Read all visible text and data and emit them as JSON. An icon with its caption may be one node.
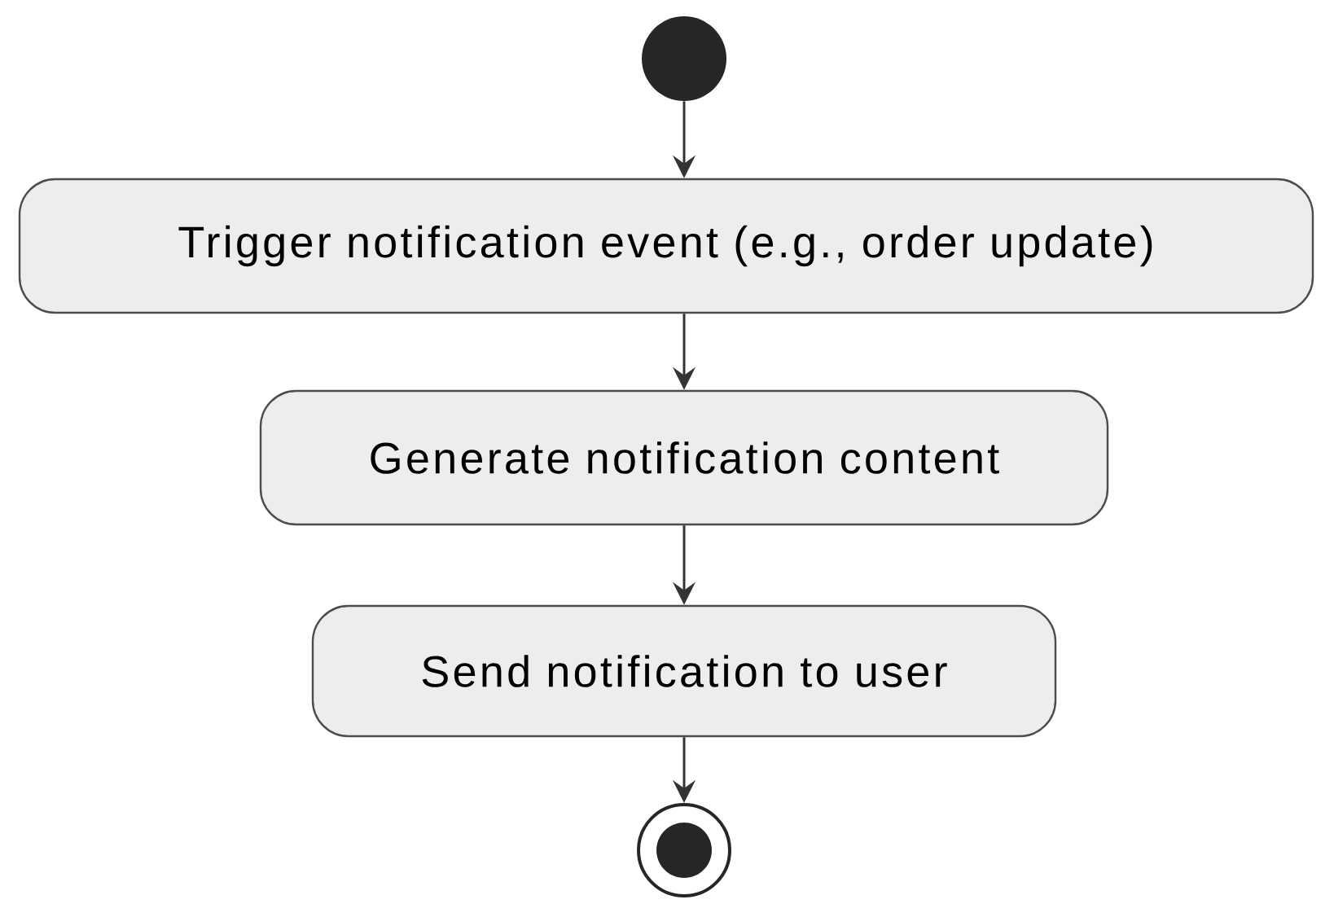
{
  "diagram": {
    "nodes": [
      {
        "text": [],
        "shape": "circle"
      },
      {
        "text": [
          "Trigger notification event (e.g., order update)"
        ]
      },
      {
        "text": [
          "Generate notification content"
        ]
      },
      {
        "text": [
          "Send notification to user"
        ]
      },
      {
        "text": [],
        "shape": "circle"
      }
    ],
    "edges": [
      {
        "from": 0,
        "to": 1,
        "arrow": "to"
      },
      {
        "from": 1,
        "to": 2,
        "arrow": "to"
      },
      {
        "from": 2,
        "to": 3,
        "arrow": "to"
      },
      {
        "from": 3,
        "to": 4,
        "arrow": "to"
      }
    ]
  }
}
